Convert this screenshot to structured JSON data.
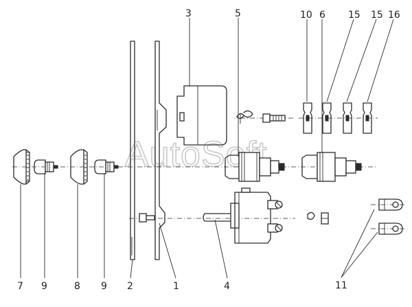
{
  "watermark": "AutoSoft",
  "callouts": [
    {
      "id": "c3",
      "label": "3"
    },
    {
      "id": "c5",
      "label": "5"
    },
    {
      "id": "c10",
      "label": "10"
    },
    {
      "id": "c6",
      "label": "6"
    },
    {
      "id": "c15a",
      "label": "15"
    },
    {
      "id": "c15b",
      "label": "15"
    },
    {
      "id": "c16",
      "label": "16"
    },
    {
      "id": "c7",
      "label": "7"
    },
    {
      "id": "c9a",
      "label": "9"
    },
    {
      "id": "c8",
      "label": "8"
    },
    {
      "id": "c9b",
      "label": "9"
    },
    {
      "id": "c2",
      "label": "2"
    },
    {
      "id": "c1",
      "label": "1"
    },
    {
      "id": "c4",
      "label": "4"
    },
    {
      "id": "c11",
      "label": "11"
    }
  ]
}
